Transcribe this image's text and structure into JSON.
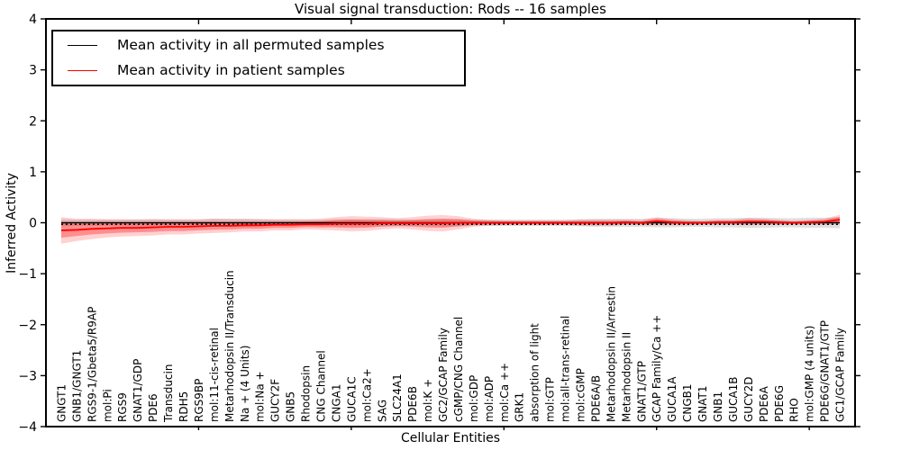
{
  "figure": {
    "title": "Visual signal transduction: Rods -- 16 samples",
    "xlabel": "Cellular Entities",
    "ylabel": "Inferred Activity"
  },
  "colors": {
    "permuted_line": "#000000",
    "patient_line": "#ff0000",
    "permuted_band": "#bbbbbb",
    "patient_band": "#ff0000",
    "frame": "#000000"
  },
  "chart_data": {
    "type": "line",
    "title": "Visual signal transduction: Rods -- 16 samples",
    "xlabel": "Cellular Entities",
    "ylabel": "Inferred Activity",
    "ylim": [
      -4,
      4
    ],
    "yticks": [
      -4,
      -3,
      -2,
      -1,
      0,
      1,
      2,
      3,
      4
    ],
    "xticks_numeric": [
      10,
      20,
      30,
      40,
      50
    ],
    "grid": false,
    "legend_position": "upper left",
    "categories": [
      "GNGT1",
      "GNB1/GNGT1",
      "RGS9-1/Gbeta5/R9AP",
      "mol:Pi",
      "RGS9",
      "GNAT1/GDP",
      "PDE6",
      "Transducin",
      "RDH5",
      "RGS9BP",
      "mol:11-cis-retinal",
      "Metarhodopsin II/Transducin",
      "Na + (4 Units)",
      "mol:Na +",
      "GUCY2F",
      "GNB5",
      "Rhodopsin",
      "CNG Channel",
      "CNGA1",
      "GUCA1C",
      "mol:Ca2+",
      "SAG",
      "SLC24A1",
      "PDE6B",
      "mol:K +",
      "GC2/GCAP Family",
      "cGMP/CNG Channel",
      "mol:GDP",
      "mol:ADP",
      "mol:Ca ++",
      "GRK1",
      "absorption of light",
      "mol:GTP",
      "mol:all-trans-retinal",
      "mol:cGMP",
      "PDE6A/B",
      "Metarhodopsin II/Arrestin",
      "Metarhodopsin II",
      "GNAT1/GTP",
      "GCAP Family/Ca ++",
      "GUCA1A",
      "CNGB1",
      "GNAT1",
      "GNB1",
      "GUCA1B",
      "GUCY2D",
      "PDE6A",
      "PDE6G",
      "RHO",
      "mol:GMP (4 units)",
      "PDE6G/GNAT1/GTP",
      "GC1/GCAP Family"
    ],
    "series": [
      {
        "name": "Mean activity in all permuted samples",
        "color": "#000000",
        "values": [
          0,
          0,
          0,
          0,
          0,
          0,
          0,
          0,
          0,
          0,
          0,
          0,
          0,
          0,
          0,
          0,
          0,
          0,
          0,
          0,
          0,
          0,
          0,
          0,
          0,
          0,
          0,
          0,
          0,
          0,
          0,
          0,
          0,
          0,
          0,
          0,
          0,
          0,
          0,
          0,
          0,
          0,
          0,
          0,
          0,
          0,
          0,
          0,
          0,
          0,
          0,
          0
        ],
        "band_std": [
          0.07,
          0.06,
          0.06,
          0.06,
          0.06,
          0.07,
          0.07,
          0.06,
          0.06,
          0.06,
          0.08,
          0.08,
          0.08,
          0.07,
          0.06,
          0.06,
          0.06,
          0.06,
          0.07,
          0.07,
          0.07,
          0.07,
          0.07,
          0.06,
          0.06,
          0.07,
          0.07,
          0.06,
          0.06,
          0.06,
          0.06,
          0.06,
          0.06,
          0.06,
          0.07,
          0.08,
          0.08,
          0.08,
          0.08,
          0.09,
          0.09,
          0.08,
          0.08,
          0.09,
          0.09,
          0.1,
          0.1,
          0.09,
          0.09,
          0.1,
          0.1,
          0.11
        ]
      },
      {
        "name": "Mean activity in patient samples",
        "color": "#ff0000",
        "values": [
          -0.15,
          -0.14,
          -0.12,
          -0.11,
          -0.1,
          -0.1,
          -0.09,
          -0.08,
          -0.08,
          -0.07,
          -0.06,
          -0.06,
          -0.05,
          -0.05,
          -0.04,
          -0.04,
          -0.03,
          -0.03,
          -0.02,
          -0.02,
          -0.02,
          -0.01,
          -0.01,
          -0.01,
          -0.01,
          -0.01,
          0,
          0,
          0,
          0,
          0,
          0,
          0,
          0,
          0,
          0,
          0,
          0.01,
          0,
          0.03,
          0.01,
          0,
          0,
          0.01,
          0.01,
          0.02,
          0.02,
          0.01,
          0,
          0.01,
          0.02,
          0.06
        ],
        "band_std": [
          0.26,
          0.22,
          0.2,
          0.18,
          0.17,
          0.16,
          0.16,
          0.15,
          0.15,
          0.14,
          0.14,
          0.13,
          0.12,
          0.12,
          0.11,
          0.11,
          0.1,
          0.11,
          0.13,
          0.15,
          0.14,
          0.12,
          0.1,
          0.12,
          0.15,
          0.16,
          0.13,
          0.08,
          0.06,
          0.05,
          0.05,
          0.05,
          0.05,
          0.05,
          0.06,
          0.06,
          0.06,
          0.05,
          0.05,
          0.08,
          0.06,
          0.05,
          0.04,
          0.05,
          0.05,
          0.07,
          0.06,
          0.05,
          0.04,
          0.05,
          0.06,
          0.1
        ]
      }
    ]
  }
}
